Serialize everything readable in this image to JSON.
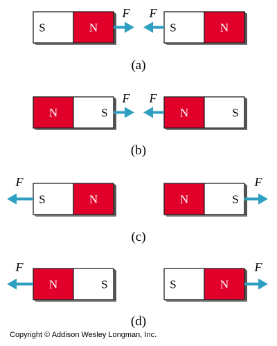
{
  "colors": {
    "north_fill": "#e0002a",
    "south_fill": "#ffffff",
    "outline": "#222222",
    "arrow": "#2e9fc0",
    "north_text": "#ffffff",
    "south_text": "#000000"
  },
  "icons": {
    "arrow": "force-arrow-icon"
  },
  "force_symbol": "F",
  "pole_names": {
    "north": "N",
    "south": "S"
  },
  "panels": [
    {
      "label": "(a)",
      "left_magnet": [
        "S",
        "N"
      ],
      "right_magnet": [
        "S",
        "N"
      ],
      "force_direction": "toward"
    },
    {
      "label": "(b)",
      "left_magnet": [
        "N",
        "S"
      ],
      "right_magnet": [
        "N",
        "S"
      ],
      "force_direction": "toward"
    },
    {
      "label": "(c)",
      "left_magnet": [
        "S",
        "N"
      ],
      "right_magnet": [
        "N",
        "S"
      ],
      "force_direction": "away"
    },
    {
      "label": "(d)",
      "left_magnet": [
        "N",
        "S"
      ],
      "right_magnet": [
        "S",
        "N"
      ],
      "force_direction": "away"
    }
  ],
  "copyright": "Copyright © Addison Wesley Longman, Inc."
}
